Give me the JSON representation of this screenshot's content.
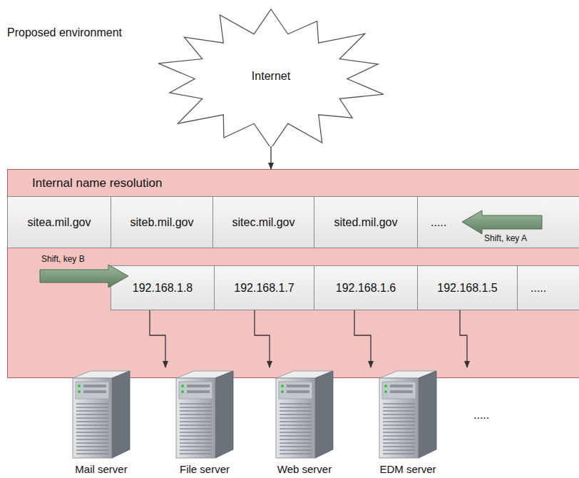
{
  "diagram": {
    "nodes": [
      {
        "text": [
          "Internet"
        ]
      },
      {
        "text": [
          "Internal name resolution"
        ]
      },
      {
        "text": [
          "sitea.mil.gov"
        ],
        "in": 1
      },
      {
        "text": [
          "siteb.mil.gov"
        ],
        "in": 1
      },
      {
        "text": [
          "sitec.mil.gov"
        ],
        "in": 1
      },
      {
        "text": [
          "sited.mil.gov"
        ],
        "in": 1
      },
      {
        "text": [
          "....."
        ],
        "in": 1
      },
      {
        "text": [
          "192.168.1.8"
        ],
        "in": 1
      },
      {
        "text": [
          "192.168.1.7"
        ],
        "in": 1
      },
      {
        "text": [
          "192.168.1.6"
        ],
        "in": 1
      },
      {
        "text": [
          "192.168.1.5"
        ],
        "in": 1
      },
      {
        "text": [
          "....."
        ],
        "in": 1
      },
      {
        "text": [
          "Mail server"
        ]
      },
      {
        "text": [
          "File server"
        ]
      },
      {
        "text": [
          "Web server"
        ]
      },
      {
        "text": [
          "EDM server"
        ]
      }
    ],
    "edges": [
      {
        "from": 0,
        "to": 1,
        "arrow": "to"
      },
      {
        "from": 7,
        "to": 12,
        "arrow": "to"
      },
      {
        "from": 8,
        "to": 13,
        "arrow": "to"
      },
      {
        "from": 9,
        "to": 14,
        "arrow": "to"
      },
      {
        "from": 10,
        "to": 15,
        "arrow": "to"
      }
    ],
    "labels": [
      "Proposed environment",
      "Shift, key A",
      "Shift, key B",
      "....."
    ]
  }
}
